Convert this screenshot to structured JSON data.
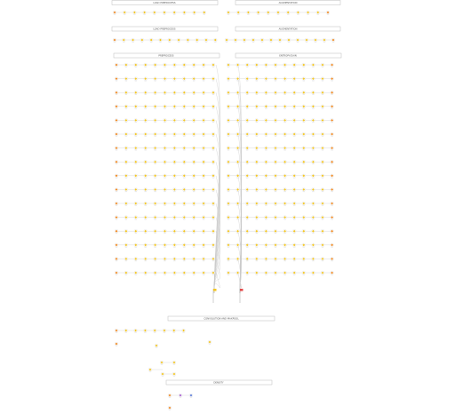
{
  "sections": {
    "s1": {
      "title": "LOAD PREPROCESS"
    },
    "s2": {
      "title": "AUGMENTATION"
    },
    "s3": {
      "title": "LOAD PREPROCESS"
    },
    "s4": {
      "title": "AUGMENTATION"
    },
    "s5": {
      "title": "PREPROCESS"
    },
    "s6": {
      "title": "ENTROPY/GAIN"
    },
    "s7": {
      "title": "CONVOLUTION AND MAXPOOL"
    },
    "s8": {
      "title": "DENSITY"
    }
  },
  "colors": {
    "node_yellow": "#f3c623",
    "node_orange": "#f08a24",
    "node_red": "#e34b4b",
    "node_blue": "#5a7bd8",
    "node_purple": "#a45bd1",
    "wire": "#c8c8c8",
    "section_border": "#bdbdbd",
    "flag_red": "#e34b4b",
    "flag_yellow": "#f3c623"
  },
  "node_icons": {
    "source": "arrow-source-icon",
    "process": "diamond-node-icon",
    "sink": "flag-icon"
  }
}
